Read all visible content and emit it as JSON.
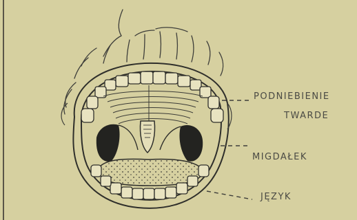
{
  "labels": {
    "hard_palate_line1": "PODNIEBIENIE",
    "hard_palate_line2": "TWARDE",
    "tonsil": "MIGDAŁEK",
    "tongue": "JĘZYK"
  },
  "colors": {
    "paper": "#d9d3a4",
    "ink": "#3e3e3a",
    "ink_dark": "#232320"
  }
}
